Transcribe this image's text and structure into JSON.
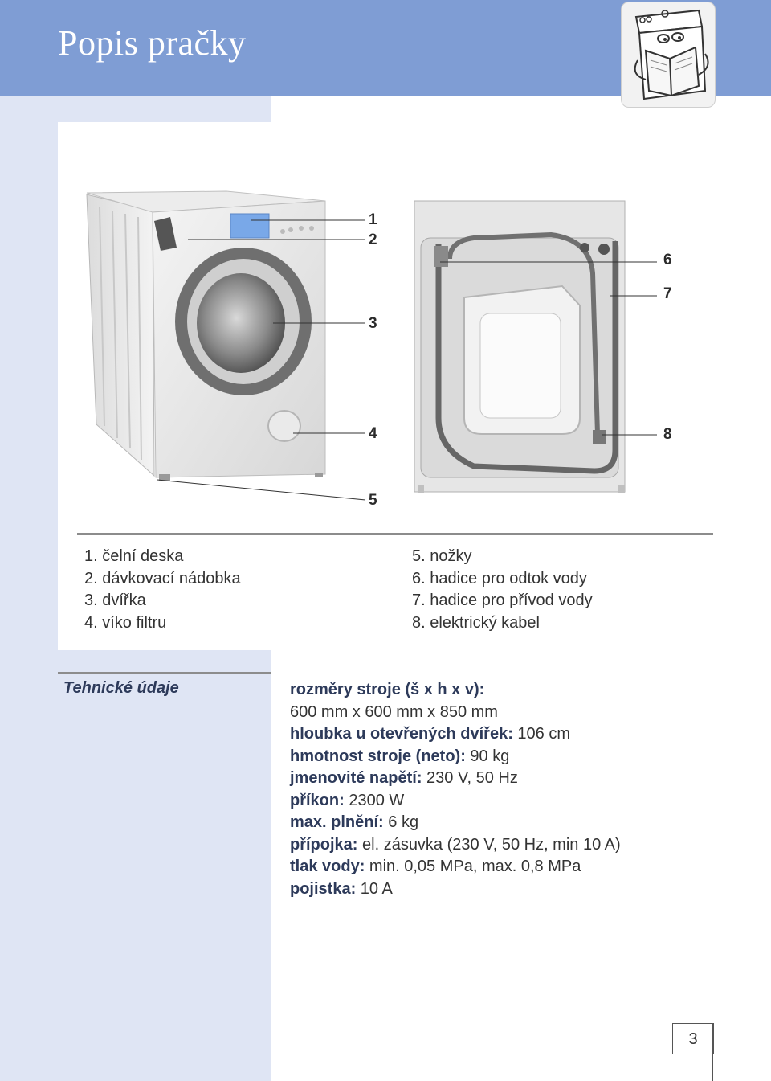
{
  "header": {
    "title": "Popis pračky",
    "mascot_icon": "washing-machine-mascot-reading"
  },
  "callouts_left": [
    "1",
    "2",
    "3",
    "4",
    "5"
  ],
  "callouts_right": [
    "6",
    "7",
    "8"
  ],
  "legend_left": [
    "1. čelní deska",
    "2. dávkovací nádobka",
    "3. dvířka",
    "4. víko filtru"
  ],
  "legend_right": [
    "5. nožky",
    "6. hadice pro odtok vody",
    "7. hadice pro přívod vody",
    "8. elektrický kabel"
  ],
  "specs": {
    "heading": "Tehnické údaje",
    "rows": [
      {
        "label": "rozměry stroje (š x h x v):",
        "value": ""
      },
      {
        "label": "",
        "value": "600 mm x 600 mm x 850 mm"
      },
      {
        "label": "hloubka u otevřených dvířek:",
        "value": " 106 cm"
      },
      {
        "label": "hmotnost stroje (neto):",
        "value": " 90 kg"
      },
      {
        "label": "jmenovité napětí:",
        "value": " 230 V, 50 Hz"
      },
      {
        "label": "příkon:",
        "value": " 2300 W"
      },
      {
        "label": "max. plnění:",
        "value": " 6 kg"
      },
      {
        "label": "přípojka:",
        "value": " el. zásuvka (230 V, 50 Hz, min 10 A)"
      },
      {
        "label": "tlak vody:",
        "value": " min. 0,05 MPa, max. 0,8 MPa"
      },
      {
        "label": "pojistka:",
        "value": " 10 A"
      }
    ]
  },
  "page_number": "3",
  "colors": {
    "header": "#7f9dd4",
    "side_band": "#dfe5f4",
    "label_text": "#2d3a5a"
  }
}
